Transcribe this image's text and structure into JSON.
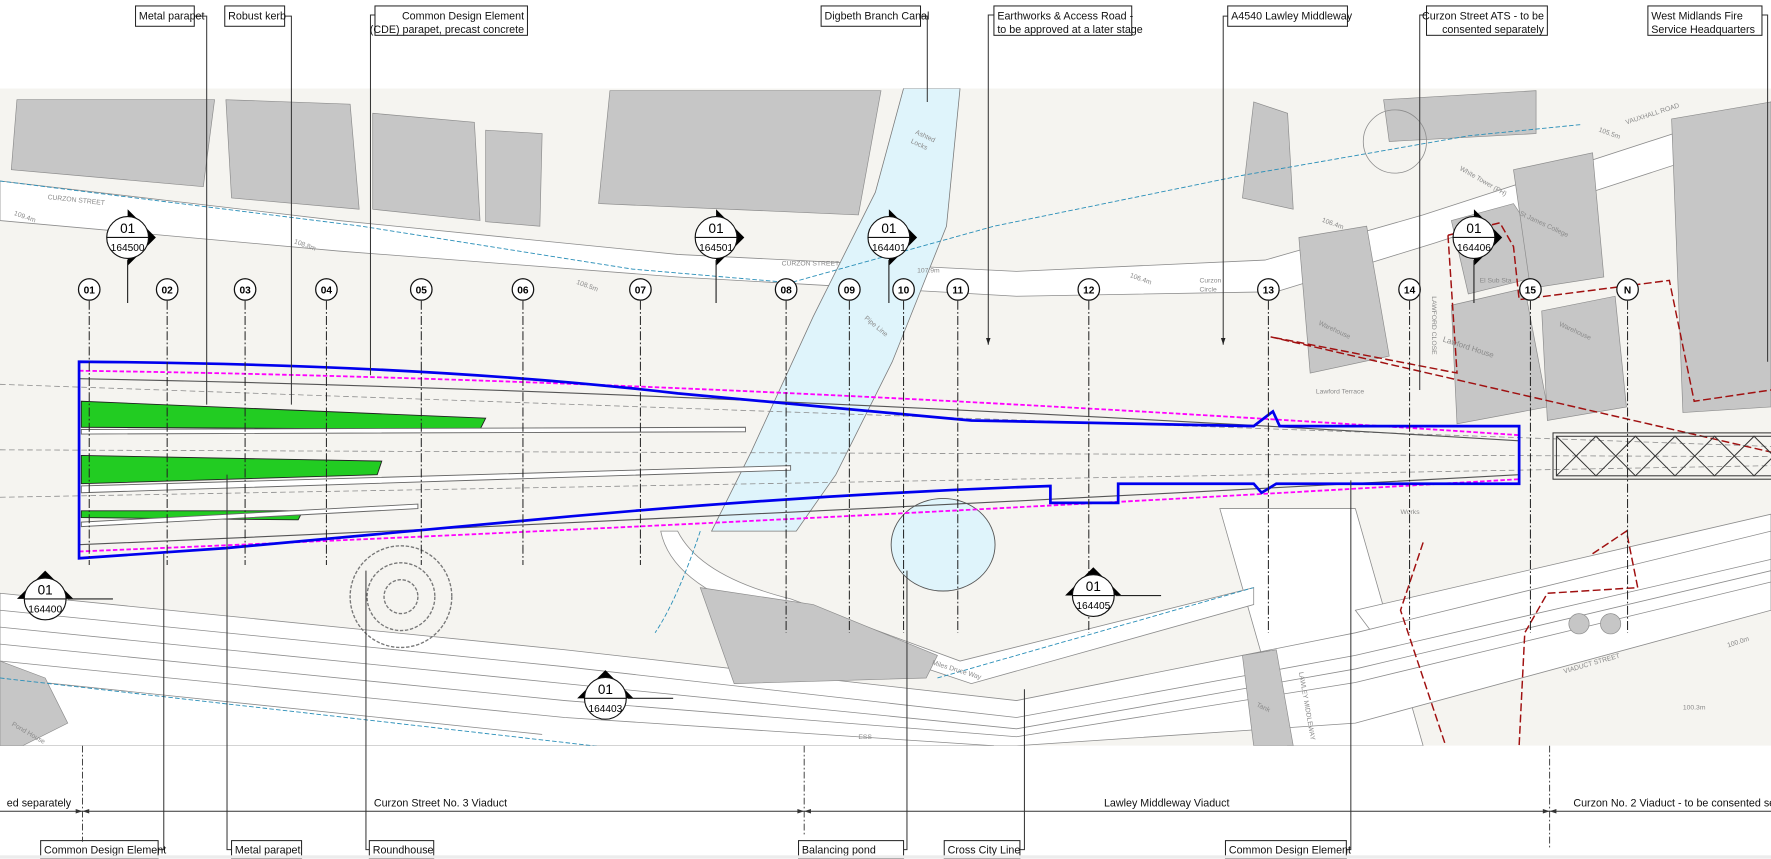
{
  "top_callouts": [
    {
      "lines": [
        "Metal parapet"
      ]
    },
    {
      "lines": [
        "Robust kerb"
      ]
    },
    {
      "lines": [
        "Common Design Element",
        "(CDE) parapet, precast concrete"
      ]
    },
    {
      "lines": [
        "Digbeth Branch Canal"
      ]
    },
    {
      "lines": [
        "Earthworks & Access Road -",
        "to be approved at a later stage"
      ]
    },
    {
      "lines": [
        "A4540 Lawley Middleway"
      ]
    },
    {
      "lines": [
        "Curzon Street ATS - to be",
        "consented separately"
      ]
    },
    {
      "lines": [
        "West Midlands Fire",
        "Service Headquarters"
      ]
    }
  ],
  "bottom_callouts": [
    {
      "label": "Common Design Element"
    },
    {
      "label": "Metal parapet"
    },
    {
      "label": "Roundhouse"
    },
    {
      "label": "Balancing pond"
    },
    {
      "label": "Cross City Line"
    },
    {
      "label": "Common Design Element"
    }
  ],
  "dimension_segments": [
    {
      "label": "ed separately"
    },
    {
      "label": "Curzon Street No. 3 Viaduct"
    },
    {
      "label": "Lawley Middleway Viaduct"
    },
    {
      "label": "Curzon No. 2 Viaduct - to be consented sepa"
    }
  ],
  "grid_lines": [
    "01",
    "02",
    "03",
    "04",
    "05",
    "06",
    "07",
    "08",
    "09",
    "10",
    "11",
    "12",
    "13",
    "14",
    "15",
    "N"
  ],
  "section_markers": [
    {
      "top": "01",
      "ref": "164500",
      "direction": "right"
    },
    {
      "top": "01",
      "ref": "164501",
      "direction": "right"
    },
    {
      "top": "01",
      "ref": "164401",
      "direction": "right"
    },
    {
      "top": "01",
      "ref": "164406",
      "direction": "right"
    },
    {
      "top": "01",
      "ref": "164400",
      "direction": "up"
    },
    {
      "top": "01",
      "ref": "164405",
      "direction": "up"
    },
    {
      "top": "01",
      "ref": "164403",
      "direction": "up"
    }
  ],
  "map_labels": {
    "curzon_street_w": "CURZON STREET",
    "curzon_street": "CURZON STREET",
    "ashted_locks_1": "Ashted",
    "ashted_locks_2": "Locks",
    "pipe_line": "Pipe Line",
    "curzon_circle_1": "Curzon",
    "curzon_circle_2": "Circle",
    "white_tower": "White Tower (PH)",
    "vauxhall_road": "VAUXHALL ROAD",
    "st_james_college": "St James College",
    "lawford_house": "Lawford House",
    "lawford_close": "LAWFORD CLOSE",
    "warehouse_1": "Warehouse",
    "warehouse_2": "Warehouse",
    "el_sub_sta": "El Sub Sta",
    "miles_druce_way": "Miles Druce Way",
    "viaduct_street": "VIADUCT STREET",
    "lawley_middleway": "LAWLEY MIDDLEWAY",
    "tank": "Tank",
    "works": "Works",
    "lawford_terrace": "Lawford Terrace",
    "pond_house": "Pond House",
    "ess": "ESS",
    "level_1": "109.4m",
    "level_2": "108.8m",
    "level_3": "108.5m",
    "level_4": "107.9m",
    "level_5": "106.4m",
    "level_6": "106.4m",
    "level_7": "105.5m",
    "level_8": "100.3m",
    "level_9": "100.0m"
  },
  "colors": {
    "red_line_boundary": "#0000ee",
    "parapet_line": "#ff00ff",
    "platform_edge": "#22cc22",
    "water": "#dff4fb",
    "building": "#c6c6c6",
    "map_background": "#f5f4f0",
    "consent_boundary": "#a01010",
    "utility_line": "#2a8fb8"
  }
}
